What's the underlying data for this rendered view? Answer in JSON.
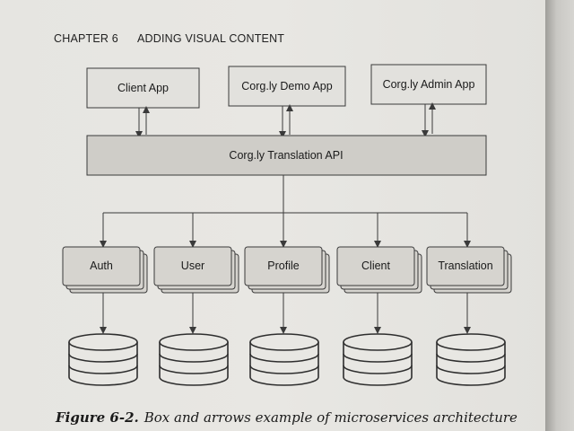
{
  "header": {
    "chapter": "CHAPTER 6",
    "section": "ADDING VISUAL CONTENT"
  },
  "clients": [
    {
      "label": "Client App"
    },
    {
      "label": "Corg.ly Demo App"
    },
    {
      "label": "Corg.ly Admin App"
    }
  ],
  "api": {
    "label": "Corg.ly Translation API"
  },
  "services": [
    {
      "label": "Auth"
    },
    {
      "label": "User"
    },
    {
      "label": "Profile"
    },
    {
      "label": "Client"
    },
    {
      "label": "Translation"
    }
  ],
  "caption": {
    "figure": "Figure 6-2.",
    "text": "Box and arrows example of microservices architecture"
  },
  "colors": {
    "box_fill": "#e2e1dd",
    "api_fill": "#cfcdc8",
    "service_fill": "#d6d4cf",
    "stroke": "#3a3a3a"
  }
}
